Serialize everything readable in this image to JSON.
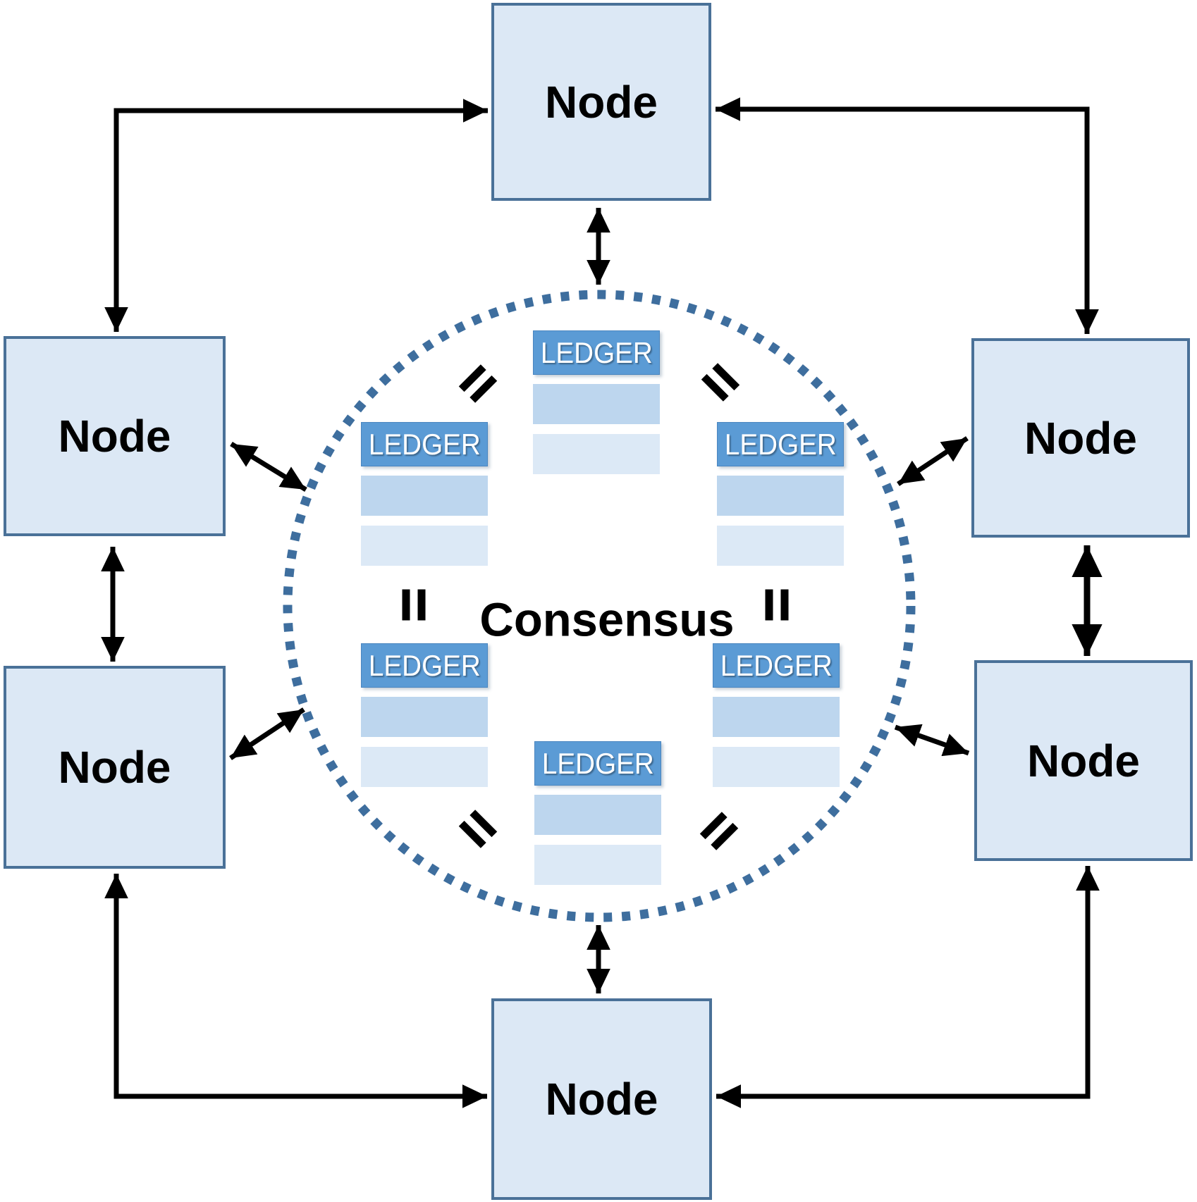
{
  "consensus_label": "Consensus",
  "nodes": [
    {
      "id": "top",
      "label": "Node"
    },
    {
      "id": "left-upper",
      "label": "Node"
    },
    {
      "id": "left-lower",
      "label": "Node"
    },
    {
      "id": "right-upper",
      "label": "Node"
    },
    {
      "id": "right-lower",
      "label": "Node"
    },
    {
      "id": "bottom",
      "label": "Node"
    }
  ],
  "ledgers": [
    {
      "id": "top-center",
      "label": "LEDGER"
    },
    {
      "id": "upper-left",
      "label": "LEDGER"
    },
    {
      "id": "upper-right",
      "label": "LEDGER"
    },
    {
      "id": "lower-left",
      "label": "LEDGER"
    },
    {
      "id": "lower-right",
      "label": "LEDGER"
    },
    {
      "id": "bottom-center",
      "label": "LEDGER"
    }
  ],
  "colors": {
    "node_fill": "#dce8f5",
    "node_border": "#4a7198",
    "ledger_header": "#5b9bd5",
    "ledger_row1": "#bdd6ee",
    "ledger_row2": "#dce9f6",
    "circle_dot": "#3e6e9e",
    "arrow": "#000000"
  }
}
